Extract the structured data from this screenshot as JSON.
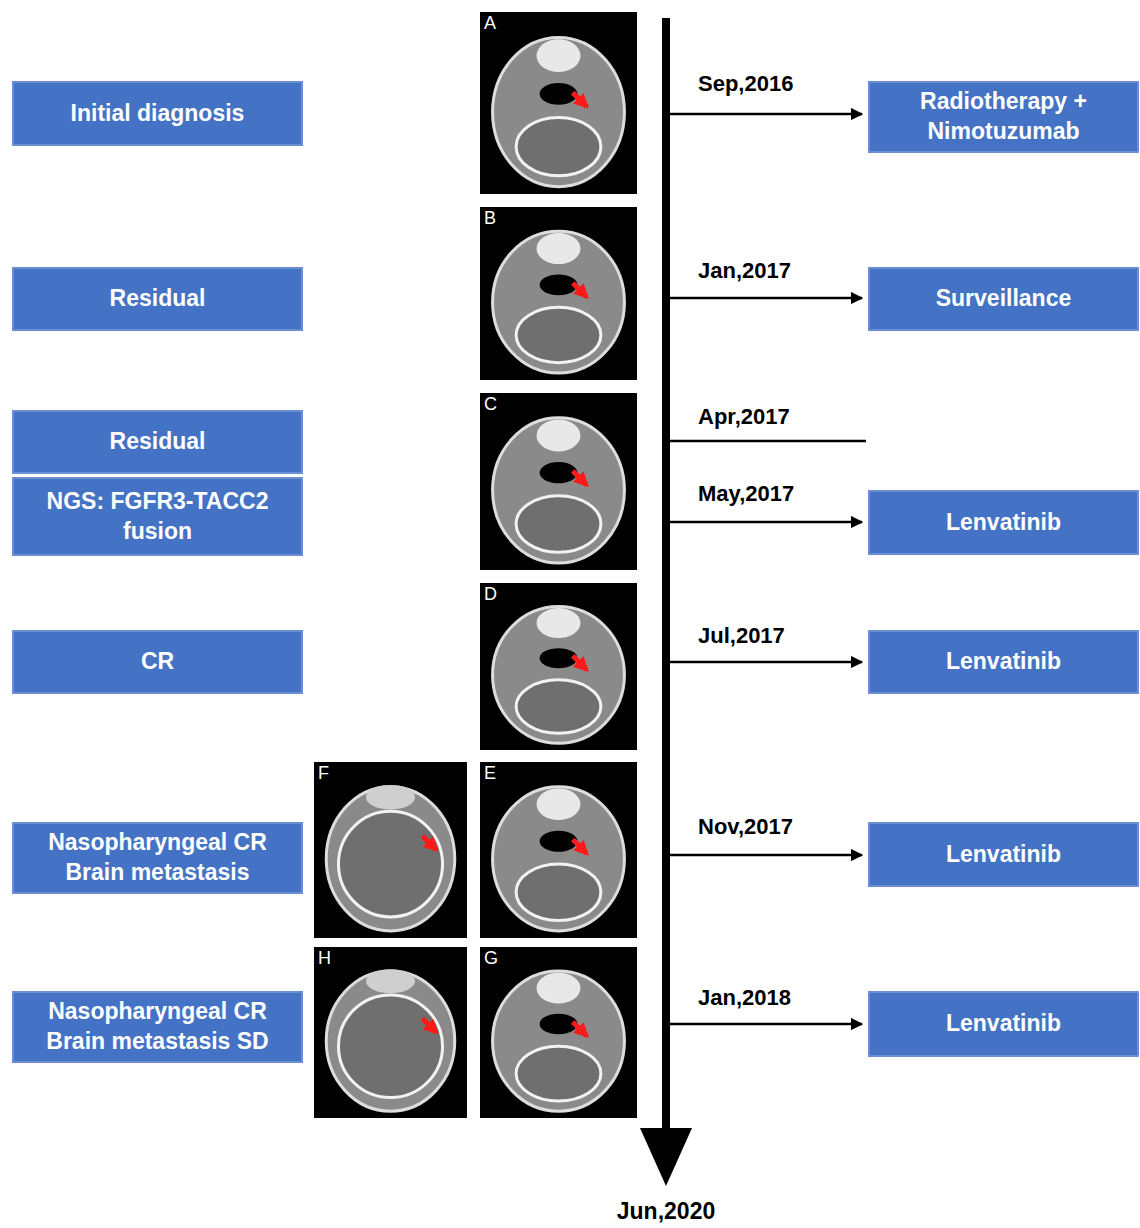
{
  "diagram": {
    "nodes": [
      {
        "text": [
          "Initial diagnosis"
        ]
      },
      {
        "text": [
          "Radiotherapy + Nimotuzumab"
        ]
      },
      {
        "text": [
          "Residual"
        ]
      },
      {
        "text": [
          "Surveillance"
        ]
      },
      {
        "text": [
          "Residual"
        ]
      },
      {
        "text": [
          "NGS: FGFR3-TACC2 fusion"
        ]
      },
      {
        "text": [
          "Lenvatinib"
        ]
      },
      {
        "text": [
          "CR"
        ]
      },
      {
        "text": [
          "Lenvatinib"
        ]
      },
      {
        "text": [
          "Nasopharyngeal CR Brain metastasis"
        ]
      },
      {
        "text": [
          "Lenvatinib"
        ]
      },
      {
        "text": [
          "Nasopharyngeal CR Brain metastasis SD"
        ]
      },
      {
        "text": [
          "Lenvatinib"
        ]
      }
    ],
    "labels": [
      "A",
      "Sep,2016",
      "B",
      "Jan,2017",
      "C",
      "Apr,2017",
      "May,2017",
      "D",
      "Jul,2017",
      "F",
      "E",
      "Nov,2017",
      "H",
      "G",
      "Jan,2018",
      "Jun,2020"
    ]
  }
}
